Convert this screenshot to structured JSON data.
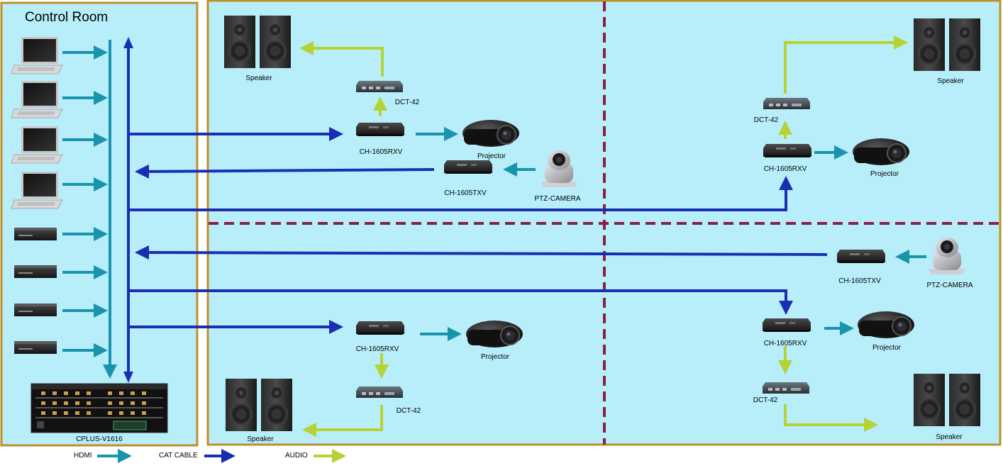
{
  "control_room": {
    "title": "Control Room",
    "matrix_label": "CPLUS-V1616",
    "source_laptops": 4,
    "source_players": 4
  },
  "rooms": {
    "top_left": {
      "speaker": "Speaker",
      "dct": "DCT-42",
      "receiver": "CH-1605RXV",
      "projector": "Projector",
      "transmitter": "CH-1605TXV",
      "camera": "PTZ-CAMERA"
    },
    "top_right": {
      "speaker": "Speaker",
      "dct": "DCT-42",
      "receiver": "CH-1605RXV",
      "projector": "Projector"
    },
    "bottom_left": {
      "speaker": "Speaker",
      "dct": "DCT-42",
      "receiver": "CH-1605RXV",
      "projector": "Projector"
    },
    "bottom_right": {
      "speaker": "Speaker",
      "dct": "DCT-42",
      "receiver": "CH-1605RXV",
      "projector": "Projector",
      "transmitter": "CH-1605TXV",
      "camera": "PTZ-CAMERA"
    }
  },
  "legend": {
    "hdmi": "HDMI",
    "cat": "CAT CABLE",
    "audio": "AUDIO"
  },
  "colors": {
    "hdmi": "#1a94ad",
    "cat": "#1a2fb0",
    "audio": "#b5d334",
    "room_fill": "#b7eefa",
    "frame": "#c0902a",
    "divider": "#8b2045"
  }
}
